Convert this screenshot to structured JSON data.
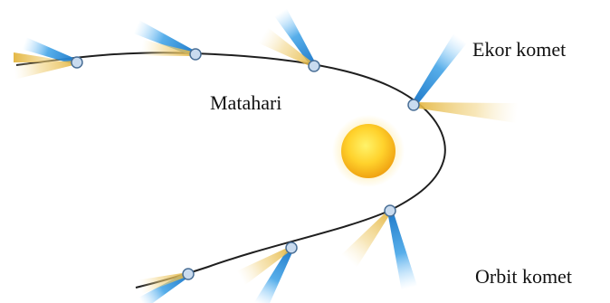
{
  "labels": {
    "sun": "Matahari",
    "tail": "Ekor komet",
    "orbit": "Orbit komet"
  },
  "colors": {
    "orbit_line": "#1f1f1f",
    "comet_head_fill": "#c9dbef",
    "comet_head_stroke": "#4a6f96",
    "ion_tail": "#2a8fd8",
    "dust_tail": "#e9c25a",
    "sun_core": "#ffe14a",
    "sun_edge": "#f2a516"
  },
  "icons": {
    "sun": "sun-icon",
    "comet": "comet-icon"
  }
}
